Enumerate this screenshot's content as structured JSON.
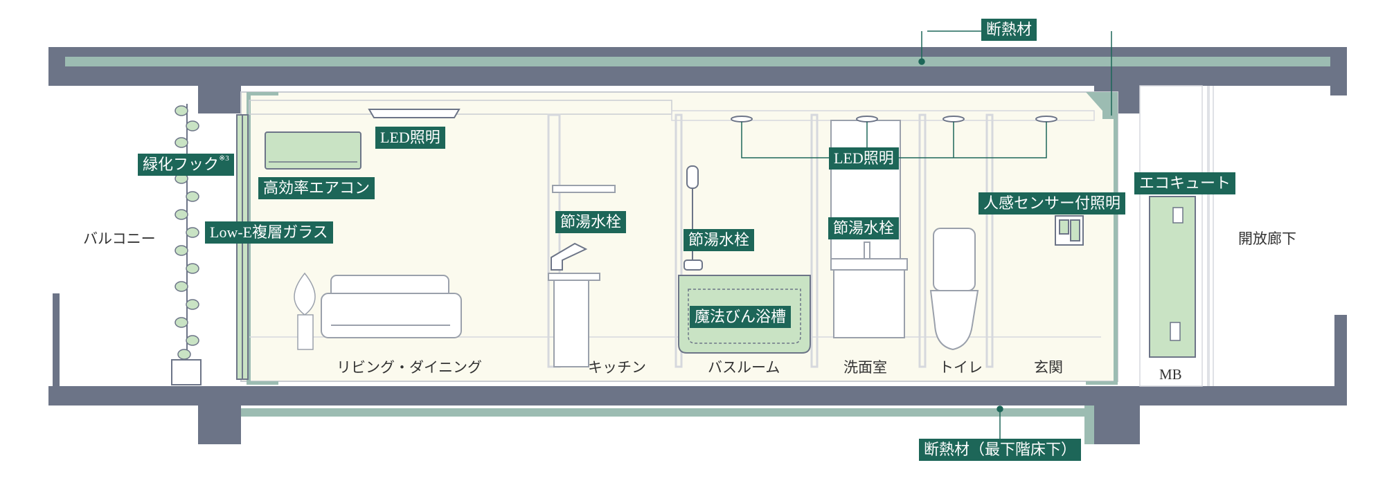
{
  "colors": {
    "structure": "#6c7487",
    "insulation": "#9cbcb2",
    "room_fill": "#fbfaee",
    "label_bg": "#1d6658",
    "equipment_green": "#c9e3c4",
    "leader_line": "#1d6658"
  },
  "callouts": {
    "insulation_top": "断熱材",
    "insulation_floor": "断熱材（最下階床下）",
    "green_hook": "緑化フック",
    "green_hook_note": "※3",
    "low_e_glass": "Low-E複層ガラス",
    "led_living": "LED照明",
    "aircon": "高効率エアコン",
    "faucet_kitchen": "節湯水栓",
    "faucet_bath": "節湯水栓",
    "faucet_wash": "節湯水栓",
    "thermos_bath": "魔法びん浴槽",
    "led_downlights": "LED照明",
    "sensor_light": "人感センサー付照明",
    "ecocute": "エコキュート"
  },
  "areas": {
    "balcony": "バルコニー",
    "living": "リビング・ダイニング",
    "kitchen": "キッチン",
    "bathroom": "バスルーム",
    "washroom": "洗面室",
    "toilet": "トイレ",
    "entrance": "玄関",
    "mb": "MB",
    "corridor": "開放廊下"
  },
  "icons": [
    "plant-icon",
    "sofa-icon",
    "air-conditioner-icon",
    "ceiling-light-icon",
    "downlight-icon",
    "faucet-icon",
    "shower-icon",
    "bathtub-icon",
    "washbasin-icon",
    "toilet-icon",
    "sensor-panel-icon",
    "water-heater-icon"
  ]
}
